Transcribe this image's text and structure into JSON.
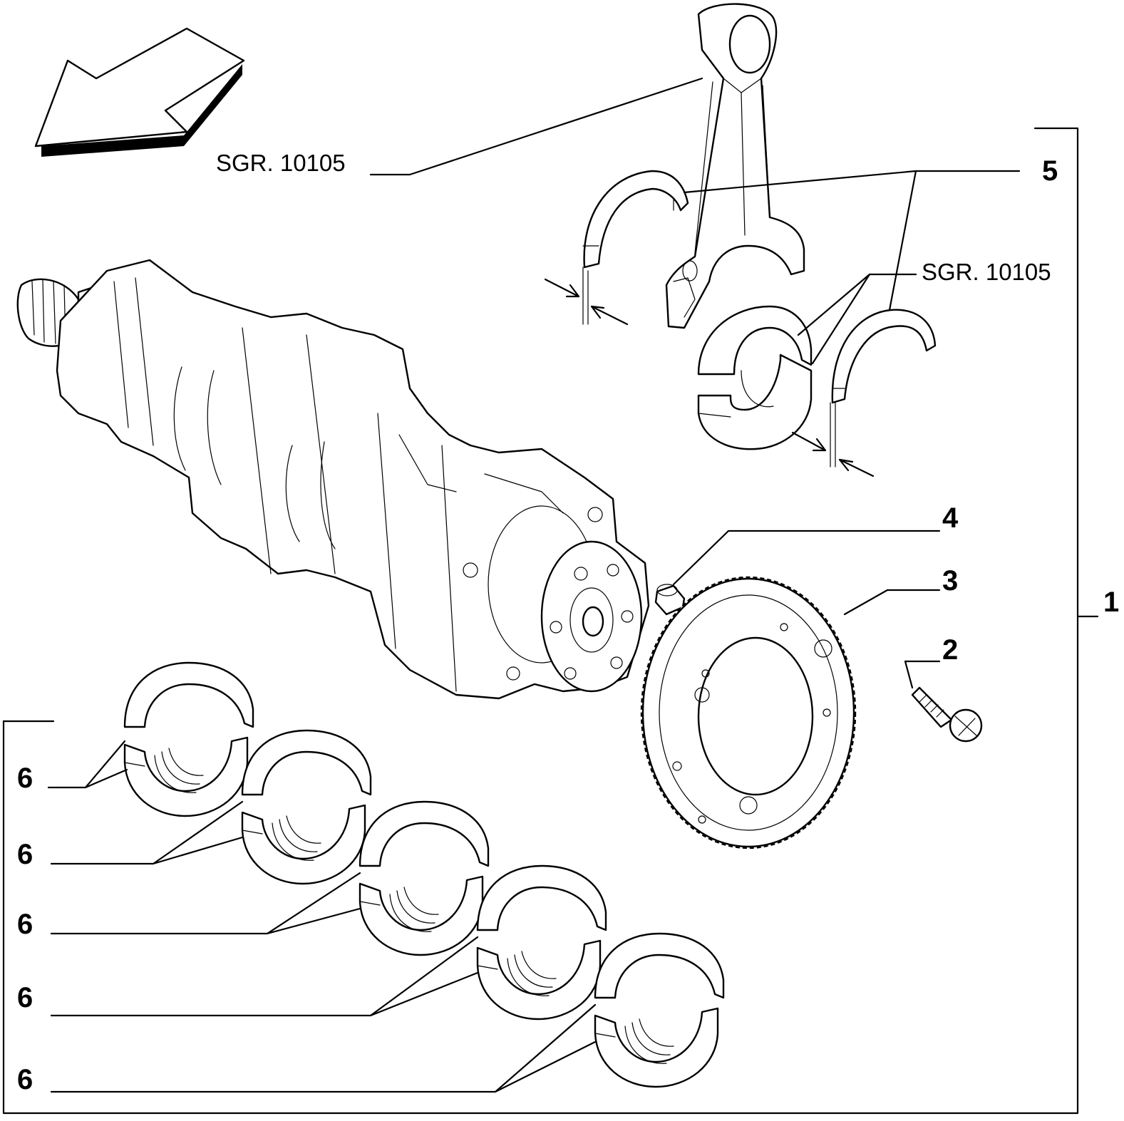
{
  "references": {
    "conrod_ref": "SGR. 10105",
    "bearing_ref": "SGR. 10105"
  },
  "callouts": {
    "assembly": "1",
    "bolt": "2",
    "gear": "3",
    "dowel": "4",
    "thrust_washers": "5",
    "main_bearings": [
      "6",
      "6",
      "6",
      "6",
      "6"
    ]
  },
  "icons": {
    "direction": "front-direction-arrow-icon"
  }
}
